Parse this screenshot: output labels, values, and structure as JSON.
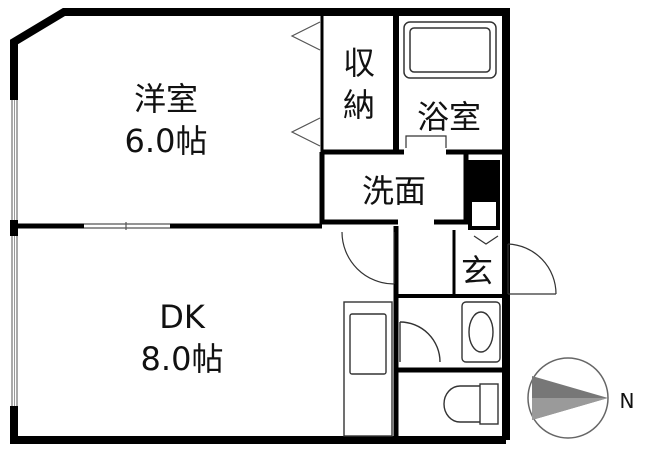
{
  "rooms": {
    "western": {
      "name": "洋室",
      "size": "6.0帖"
    },
    "dk": {
      "name": "DK",
      "size": "8.0帖"
    },
    "storage": {
      "name_top": "収",
      "name_bottom": "納"
    },
    "bath": {
      "name": "浴室"
    },
    "washroom": {
      "name": "洗面"
    },
    "entrance": {
      "name": "玄"
    }
  },
  "compass": {
    "label": "N"
  },
  "colors": {
    "wall": "#000000",
    "line": "#555555",
    "compass_fill": "#777777"
  }
}
